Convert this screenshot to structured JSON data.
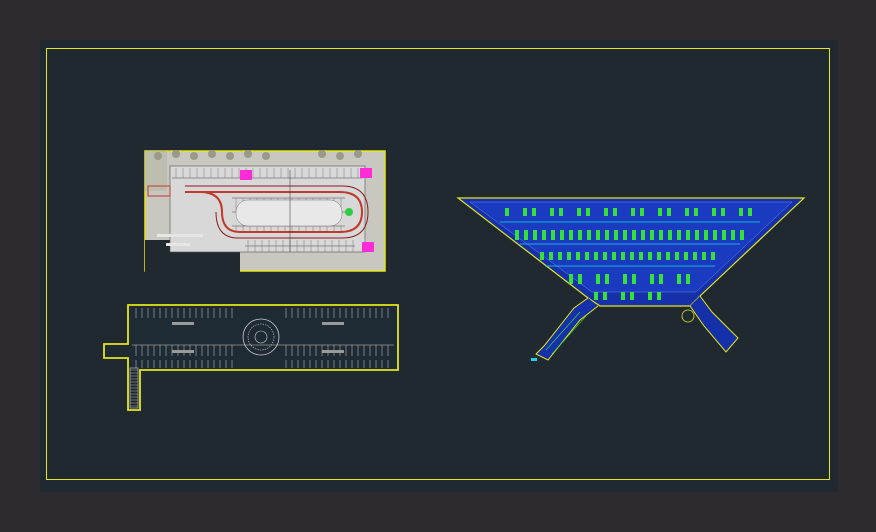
{
  "canvas": {
    "background": "#2d2a30",
    "viewport_color": "#202830",
    "frame_color": "#e6e619"
  },
  "drawings": [
    {
      "name": "parking-plan-top-left",
      "colors": {
        "wall": "#e6e619",
        "floor": "#c8c8c8",
        "ramp": "#c0392b",
        "accent": "#ff2bd6",
        "green": "#2ecc40"
      }
    },
    {
      "name": "parking-plan-bottom-left",
      "colors": {
        "wall": "#e6e619",
        "lines": "#cfcfcf"
      }
    },
    {
      "name": "parking-plan-triangular",
      "colors": {
        "wall": "#e6e619",
        "fill": "#1530a8",
        "green": "#35e03a",
        "cyan": "#19d3e6"
      }
    }
  ]
}
